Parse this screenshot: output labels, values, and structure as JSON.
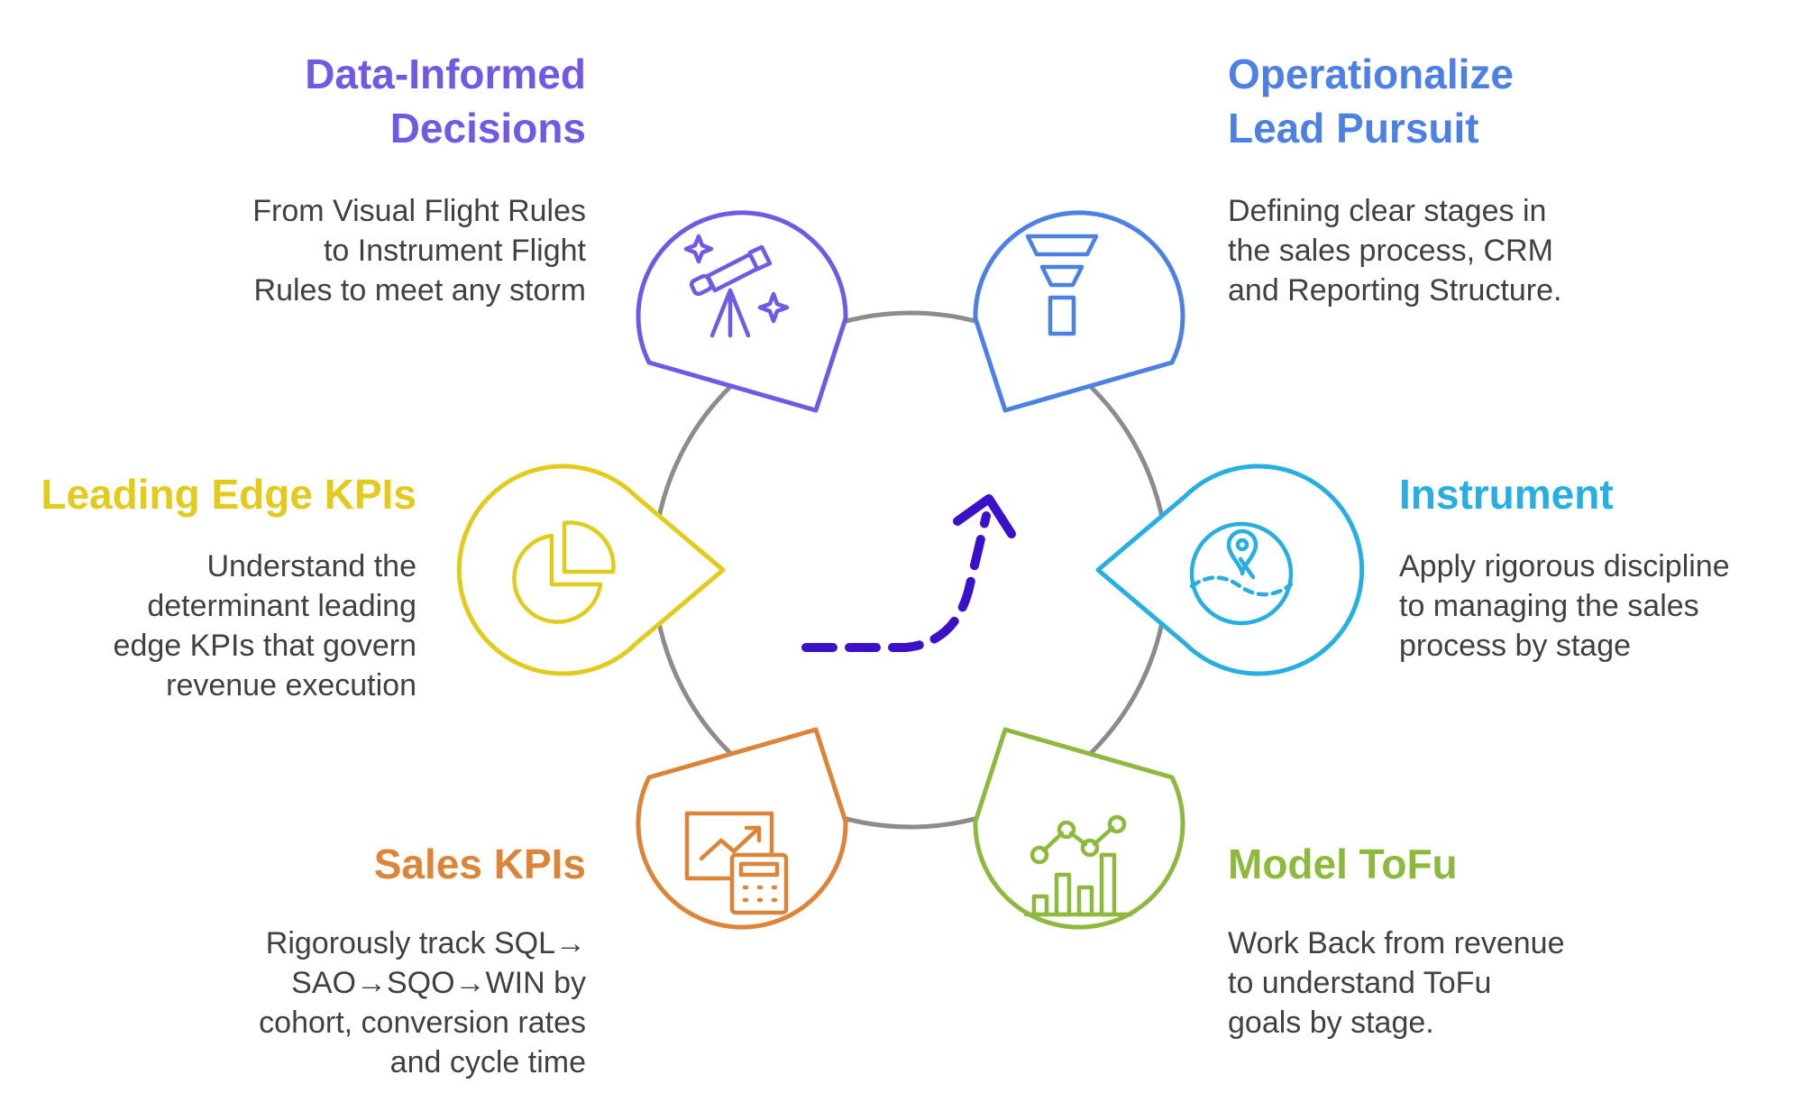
{
  "colors": {
    "purple": "#7259E3",
    "blue": "#4C80E2",
    "yellow": "#E3CB1C",
    "cyan": "#26AFE0",
    "orange": "#DC8437",
    "green": "#8DBA3C",
    "ring": "#8C8C8C",
    "arrow": "#3B10C9",
    "body_text": "#3F3F46"
  },
  "items": {
    "data": {
      "title": "Data-Informed\nDecisions",
      "desc": "From Visual Flight Rules\nto Instrument Flight\nRules to meet any storm",
      "icon": "telescope-icon"
    },
    "oper": {
      "title": "Operationalize\nLead Pursuit",
      "desc": "Defining clear stages in\nthe sales process, CRM\nand Reporting Structure.",
      "icon": "funnel-icon"
    },
    "lead": {
      "title": "Leading Edge KPIs",
      "desc": "Understand the\ndeterminant leading\nedge KPIs that govern\nrevenue execution",
      "icon": "pie-chart-icon"
    },
    "inst": {
      "title": "Instrument",
      "desc": "Apply rigorous discipline\nto managing the sales\nprocess by stage",
      "icon": "map-pin-icon"
    },
    "sales": {
      "title": "Sales KPIs",
      "desc": "Rigorously track SQL→\nSAO→SQO→WIN by\ncohort, conversion rates\nand cycle time",
      "icon": "calculator-chart-icon"
    },
    "model": {
      "title": "Model ToFu",
      "desc": "Work Back from revenue\nto understand ToFu\ngoals by stage.",
      "icon": "growth-chart-icon"
    }
  }
}
